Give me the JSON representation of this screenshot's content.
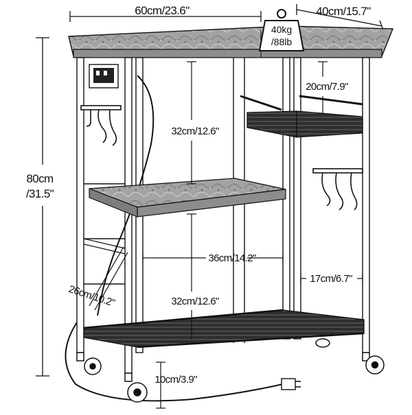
{
  "dimensions": {
    "width": "60cm/23.6\"",
    "depth": "40cm/15.7\"",
    "height_cm": "80cm",
    "height_in": "/31.5\"",
    "top_clearance": "32cm/12.6\"",
    "middle_width": "36cm/14.2\"",
    "bottom_clearance": "32cm/12.6\"",
    "side_clearance": "26cm/10.2\"",
    "basket_gap": "20cm/7.9\"",
    "lower_gap": "17cm/6.7\"",
    "floor_clearance": "10cm/3.9\""
  },
  "weight": {
    "kg": "40kg",
    "lb": "/88lb"
  },
  "colors": {
    "line": "#111111",
    "marble": "#9a9a9a",
    "basket": "#3a3a3a"
  }
}
